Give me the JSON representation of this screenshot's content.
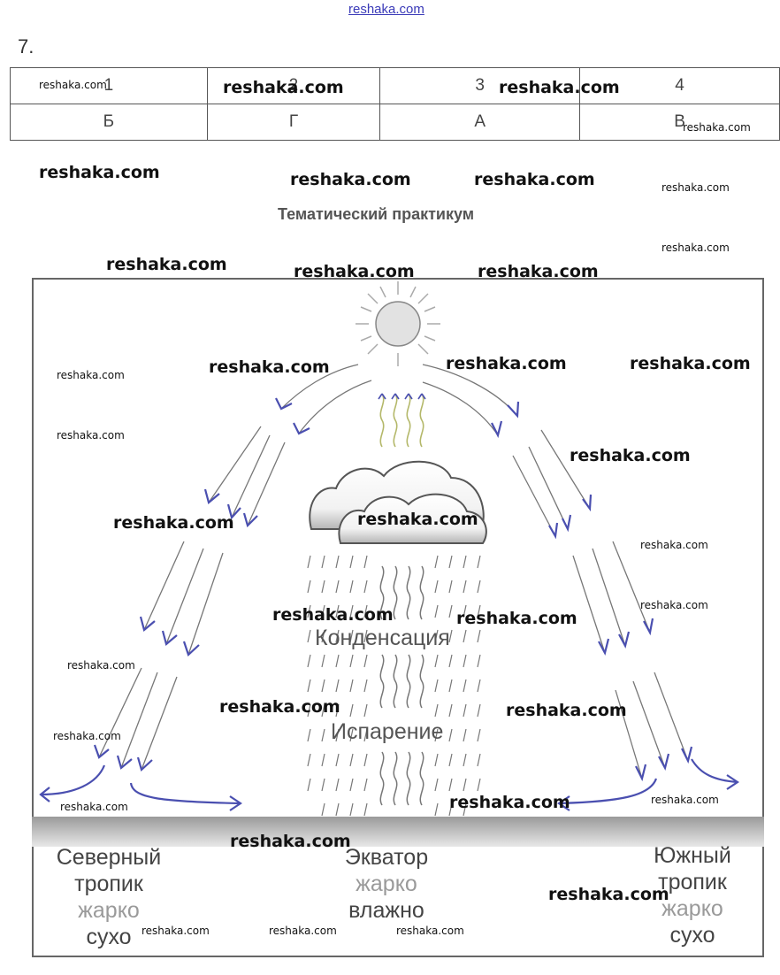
{
  "header": {
    "site_link": "reshaka.com",
    "task_number": "7."
  },
  "answer_table": {
    "numbers": [
      "1",
      "2",
      "3",
      "4"
    ],
    "letters": [
      "Б",
      "Г",
      "А",
      "В"
    ]
  },
  "section_title": "Тематический практикум",
  "diagram": {
    "condensation_label": "Конденсация",
    "evaporation_label": "Испарение",
    "regions": [
      {
        "name_line1": "Северный",
        "name_line2": "тропик",
        "temp": "жарко",
        "humidity": "сухо"
      },
      {
        "name_line1": "Экватор",
        "name_line2": "",
        "temp": "жарко",
        "humidity": "влажно"
      },
      {
        "name_line1": "Южный",
        "name_line2": "тропик",
        "temp": "жарко",
        "humidity": "сухо"
      }
    ],
    "colors": {
      "arrow": "#4a4fb0",
      "arrow_olive": "#9aa35a",
      "stroke": "#777777"
    }
  },
  "watermark": "reshaka.com"
}
